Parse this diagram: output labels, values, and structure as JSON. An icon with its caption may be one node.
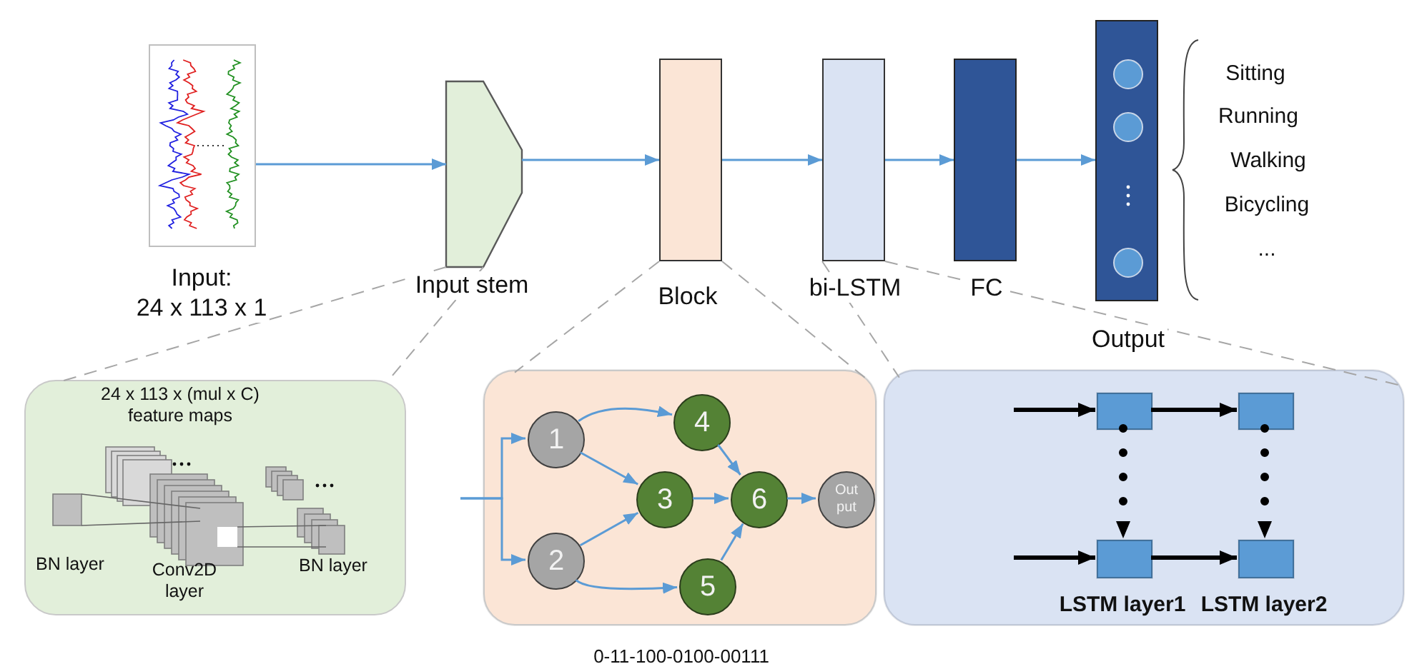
{
  "diagram": {
    "nodes": [
      {
        "text": [
          "Input:",
          "24 x 113 x 1"
        ]
      },
      {
        "text": [
          "Input stem"
        ]
      },
      {
        "text": [
          "Block"
        ]
      },
      {
        "text": [
          "bi-LSTM"
        ]
      },
      {
        "text": [
          "FC"
        ]
      },
      {
        "text": [
          "Output"
        ]
      },
      {
        "text": [
          "24 x 113 x (mul x C) feature maps",
          "BN layer",
          "Conv2D layer",
          "BN layer"
        ]
      },
      {
        "text": [],
        "shape": "box",
        "beside": [
          "0-11-100-0100-00111"
        ]
      },
      {
        "text": [
          "1"
        ],
        "in": 7
      },
      {
        "text": [
          "2"
        ],
        "in": 7
      },
      {
        "text": [
          "3"
        ],
        "in": 7
      },
      {
        "text": [
          "4"
        ],
        "in": 7
      },
      {
        "text": [
          "5"
        ],
        "in": 7
      },
      {
        "text": [
          "6"
        ],
        "in": 7
      },
      {
        "text": [
          "Out put"
        ],
        "in": 7
      },
      {
        "text": [],
        "shape": "box"
      },
      {
        "text": [],
        "shape": "box",
        "in": 15
      },
      {
        "text": [],
        "shape": "box",
        "in": 15
      },
      {
        "text": [],
        "shape": "box",
        "in": 15
      },
      {
        "text": [],
        "shape": "box",
        "in": 15
      }
    ],
    "edges": [
      {
        "from": 0,
        "to": 1,
        "arrow": "to"
      },
      {
        "from": 1,
        "to": 2,
        "arrow": "to"
      },
      {
        "from": 2,
        "to": 3,
        "arrow": "to"
      },
      {
        "from": 3,
        "to": 4,
        "arrow": "to"
      },
      {
        "from": 4,
        "to": 5,
        "arrow": "to"
      },
      {
        "from": 1,
        "to": 6,
        "arrow": "none",
        "style": "dashed",
        "color": "#a6a6a6"
      },
      {
        "from": 1,
        "to": 6,
        "arrow": "none",
        "style": "dashed",
        "color": "#a6a6a6"
      },
      {
        "from": 2,
        "to": 7,
        "arrow": "none",
        "style": "dashed",
        "color": "#a6a6a6"
      },
      {
        "from": 2,
        "to": 7,
        "arrow": "none",
        "style": "dashed",
        "color": "#a6a6a6"
      },
      {
        "from": 3,
        "to": 15,
        "arrow": "none",
        "style": "dashed",
        "color": "#a6a6a6"
      },
      {
        "from": 3,
        "to": 15,
        "arrow": "none",
        "style": "dashed",
        "color": "#a6a6a6"
      },
      {
        "from": null,
        "to": 8,
        "arrow": "to"
      },
      {
        "from": null,
        "to": 9,
        "arrow": "to"
      },
      {
        "from": 8,
        "to": 11,
        "arrow": "to"
      },
      {
        "from": 8,
        "to": 10,
        "arrow": "to"
      },
      {
        "from": 9,
        "to": 10,
        "arrow": "to"
      },
      {
        "from": 9,
        "to": 12,
        "arrow": "to"
      },
      {
        "from": 11,
        "to": 13,
        "arrow": "to"
      },
      {
        "from": 10,
        "to": 13,
        "arrow": "to"
      },
      {
        "from": 12,
        "to": 13,
        "arrow": "to"
      },
      {
        "from": 13,
        "to": 14,
        "arrow": "to"
      },
      {
        "from": null,
        "to": 16,
        "arrow": "to",
        "style": "thick",
        "color": "#000000"
      },
      {
        "from": 16,
        "to": 17,
        "arrow": "to",
        "style": "thick",
        "color": "#000000"
      },
      {
        "from": null,
        "to": 18,
        "arrow": "to",
        "style": "thick",
        "color": "#000000"
      },
      {
        "from": 18,
        "to": 19,
        "arrow": "to",
        "style": "thick",
        "color": "#000000"
      },
      {
        "from": 16,
        "to": 18,
        "arrow": "to",
        "style": "dashed",
        "color": "#000000"
      },
      {
        "from": 17,
        "to": 19,
        "arrow": "to",
        "style": "dashed",
        "color": "#000000"
      }
    ],
    "labels": [
      "Sitting",
      "Running",
      "Walking",
      "Bicycling",
      "...",
      "LSTM layer1",
      "LSTM layer2"
    ]
  }
}
